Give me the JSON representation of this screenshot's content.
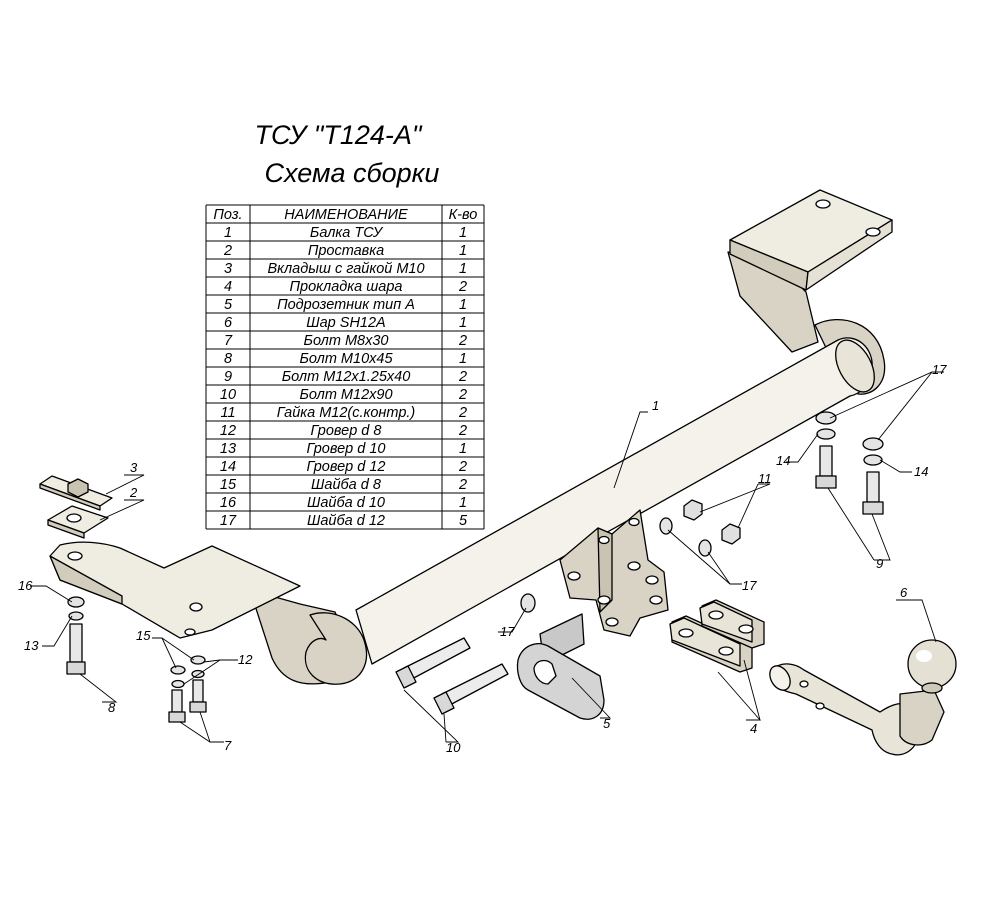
{
  "title": {
    "line1": "ТСУ \"Т124-А\"",
    "line2": "Схема сборки"
  },
  "table": {
    "headers": [
      "Поз.",
      "НАИМЕНОВАНИЕ",
      "К-во"
    ],
    "rows": [
      [
        "1",
        "Балка ТСУ",
        "1"
      ],
      [
        "2",
        "Проставка",
        "1"
      ],
      [
        "3",
        "Вкладыш с гайкой М10",
        "1"
      ],
      [
        "4",
        "Прокладка шара",
        "2"
      ],
      [
        "5",
        "Подрозетник тип А",
        "1"
      ],
      [
        "6",
        "Шар SH12A",
        "1"
      ],
      [
        "7",
        "Болт М8х30",
        "2"
      ],
      [
        "8",
        "Болт М10х45",
        "1"
      ],
      [
        "9",
        "Болт М12х1.25х40",
        "2"
      ],
      [
        "10",
        "Болт М12х90",
        "2"
      ],
      [
        "11",
        "Гайка М12(с.контр.)",
        "2"
      ],
      [
        "12",
        "Гровер d 8",
        "2"
      ],
      [
        "13",
        "Гровер d 10",
        "1"
      ],
      [
        "14",
        "Гровер d 12",
        "2"
      ],
      [
        "15",
        "Шайба d 8",
        "2"
      ],
      [
        "16",
        "Шайба d 10",
        "1"
      ],
      [
        "17",
        "Шайба d 12",
        "5"
      ]
    ]
  },
  "callouts": [
    "1",
    "2",
    "3",
    "4",
    "5",
    "6",
    "7",
    "8",
    "9",
    "10",
    "11",
    "12",
    "13",
    "14",
    "14",
    "15",
    "16",
    "17",
    "17",
    "17"
  ],
  "colors": {
    "metal_light": "#f2f0e6",
    "metal_mid": "#dcd7c9",
    "metal_shadow": "#b9b2a2",
    "grey_part": "#c8c8c8",
    "line": "#000000"
  }
}
